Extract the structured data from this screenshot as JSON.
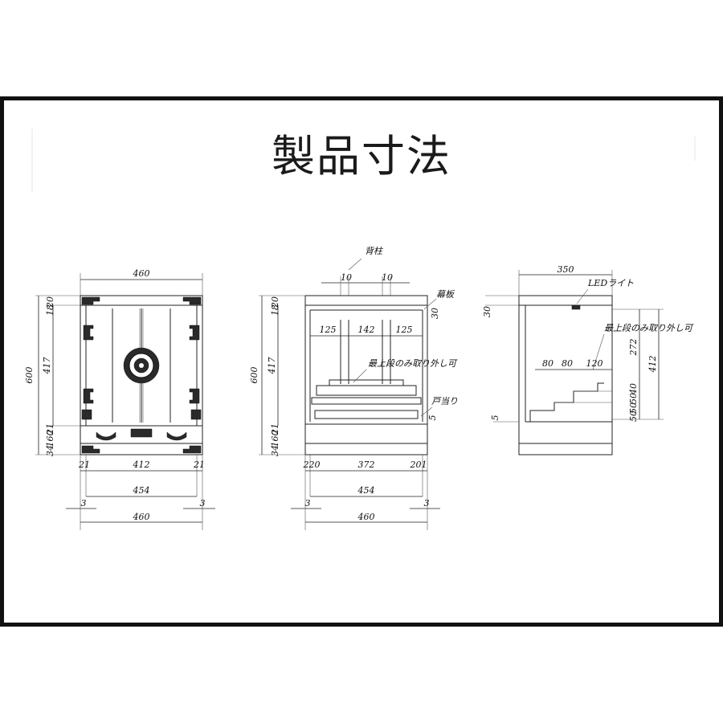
{
  "title": "製品寸法",
  "front": {
    "overall_width": "460",
    "inner_width": "454",
    "bottom_width": "460",
    "offset_left": "3",
    "offset_right": "3",
    "side_left": "21",
    "center": "412",
    "side_right": "21",
    "height": "600",
    "upper": "417",
    "top_a": "20",
    "top_b": "18",
    "low_a": "21",
    "low_b": "160",
    "low_c": "34"
  },
  "middle": {
    "pillar_label": "背柱",
    "pillar_left": "10",
    "pillar_right": "10",
    "curtain_label": "幕板",
    "curtain_dim": "30",
    "col_a": "125",
    "col_b": "142",
    "col_c": "125",
    "removable_label": "最上段のみ取り外し可",
    "door_stop_label": "戸当り",
    "door_stop_dim": "5",
    "height": "600",
    "upper": "417",
    "top_a": "20",
    "top_b": "18",
    "low_a": "21",
    "low_b": "160",
    "low_c": "34",
    "bot_left": "220",
    "bot_center": "372",
    "bot_right": "201",
    "inner_width": "454",
    "offset_left": "3",
    "offset_right": "3",
    "overall_width": "460"
  },
  "side": {
    "depth": "350",
    "led_label": "LEDライト",
    "top_dim": "30",
    "removable_label": "最上段のみ取り外し可",
    "step_a": "80",
    "step_b": "80",
    "step_c": "120",
    "right_a": "272",
    "right_b": "412",
    "right_c": "40",
    "right_d": "50",
    "right_e": "50",
    "right_f": "50",
    "bottom_dim": "5"
  }
}
